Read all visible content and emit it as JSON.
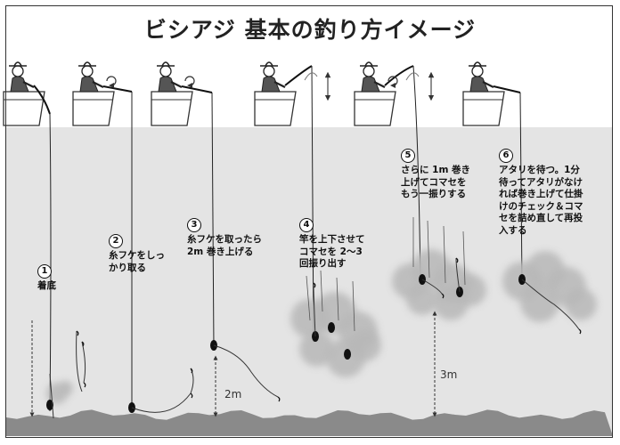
{
  "title": "ビシアジ 基本の釣り方イメージ",
  "steps": [
    {
      "num": "1",
      "text": "着底"
    },
    {
      "num": "2",
      "text": "糸フケをしっ\nかり取る"
    },
    {
      "num": "3",
      "text": "糸フケを取ったら\n2m 巻き上げる"
    },
    {
      "num": "4",
      "text": "竿を上下させて\nコマセを 2～3\n回振り出す"
    },
    {
      "num": "5",
      "text": "さらに 1m 巻き\n上げてコマセを\nもう一振りする"
    },
    {
      "num": "6",
      "text": "アタリを待つ。1分\n待ってアタリがなけ\nれば巻き上げて仕掛\nけのチェック＆コマ\nセを詰め直して再投\n入する"
    }
  ],
  "measures": {
    "m2": "2m",
    "m3": "3m"
  },
  "colors": {
    "water": "#e4e4e4",
    "seabed": "#8a8a8a",
    "cloud": "#b8b8b8",
    "line": "#222222"
  },
  "icons": [
    "angler-icon",
    "boat-icon",
    "reel-rotation-arrow-icon",
    "up-down-arrow-icon",
    "sinker-icon",
    "hook-icon"
  ]
}
